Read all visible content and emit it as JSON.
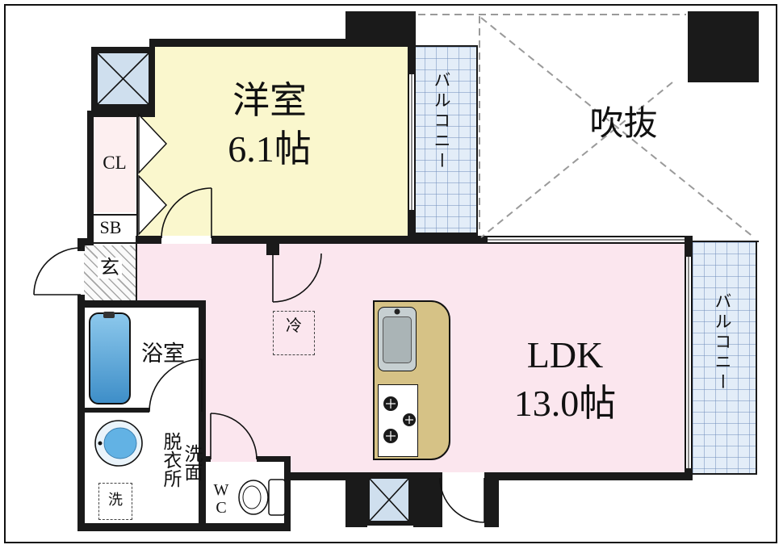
{
  "rooms": {
    "western": {
      "name": "洋室",
      "size": "6.1帖"
    },
    "ldk": {
      "name": "LDK",
      "size": "13.0帖"
    },
    "void": {
      "name": "吹抜"
    },
    "balcony_top": {
      "name": "バルコニー"
    },
    "balcony_right": {
      "name": "バルコニー"
    },
    "closet": {
      "label": "CL"
    },
    "shoebox": {
      "label": "SB"
    },
    "entrance": {
      "label": "玄"
    },
    "bathroom": {
      "name": "浴室"
    },
    "washroom": {
      "senmen": "洗面",
      "datsuiijo": "脱衣所"
    },
    "wc": {
      "label": "WC"
    }
  },
  "fixtures": {
    "fridge": "冷",
    "laundry": "洗"
  },
  "colors": {
    "wall": "#1a1a1a",
    "room_yellow": "#faf7cd",
    "room_pink": "#fbe6ee",
    "balcony": "#e3edf8",
    "box_blue": "#cfdfee",
    "counter": "#d6c286",
    "tub": "#3e8ec8",
    "closet": "#fdeff0"
  }
}
